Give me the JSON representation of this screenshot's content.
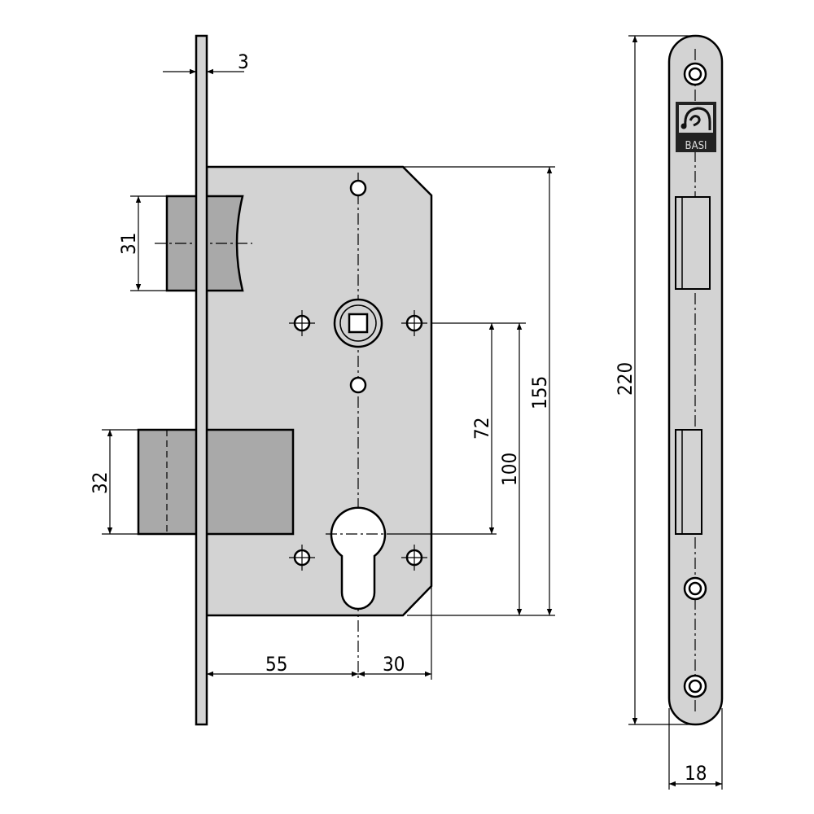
{
  "drawing": {
    "logo_text": "BASI",
    "dimensions": {
      "faceplate_thickness": "3",
      "latch_height": "31",
      "deadbolt_height": "32",
      "center_distance": "72",
      "follower_to_bottom": "100",
      "body_height": "155",
      "backset": "55",
      "cylinder_to_edge": "30",
      "faceplate_length": "220",
      "faceplate_width": "18"
    }
  }
}
